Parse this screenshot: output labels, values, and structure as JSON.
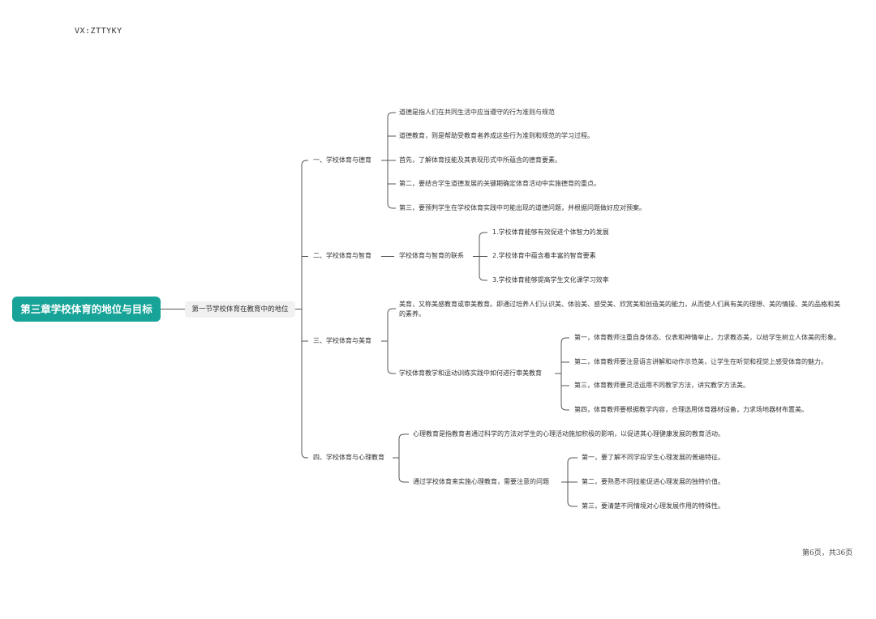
{
  "watermark": "VX:ZTTYKY",
  "page_footer": "第6页，共36页",
  "root": {
    "label": "第三章学校体育的地位与目标"
  },
  "section": {
    "label": "第一节学校体育在教育中的地位"
  },
  "branches": [
    {
      "label": "一、学校体育与德育",
      "items": [
        "道德是指人们在共同生活中应当遵守的行为准则与规范",
        "道德教育，则是帮助受教育者养成这些行为准则和规范的学习过程。",
        "首先，了解体育技能及其表现形式中所蕴含的德育要素。",
        "第二，要结合学生道德发展的关键期确定体育活动中实施德育的重点。",
        "第三，要预判学生在学校体育实践中可能出现的道德问题，并根据问题做好应对预案。"
      ]
    },
    {
      "label": "二、学校体育与智育",
      "sub": "学校体育与智育的联系",
      "items": [
        "1.学校体育能够有效促进个体智力的发展",
        "2.学校体育中蕴含着丰富的智育要素",
        "3.学校体育能够提高学生文化课学习效率"
      ]
    },
    {
      "label": "三、学校体育与美育",
      "definition": "美育，又称美感教育或审美教育。即通过培养人们认识美、体验美、感受美、欣赏美和创造美的能力，从而使人们具有美的理想、美的情操、美的品格和美的素养。",
      "sub": "学校体育教学和运动训练实践中如何进行审美教育",
      "items": [
        "第一，体育教师注重自身体态、仪表和神情举止，力求教态美，以给学生树立人体美的形象。",
        "第二，体育教师要注意语言讲解和动作示范美，让学生在听觉和视觉上感受体育的魅力。",
        "第三，体育教师要灵活运用不同教学方法，讲究教学方法美。",
        "第四，体育教师要根据教学内容，合理选用体育器材设备，力求场地器材布置美。"
      ]
    },
    {
      "label": "四、学校体育与心理教育",
      "definition": "心理教育是指教育者通过科学的方法对学生的心理活动施加积极的影响，以促进其心理健康发展的教育活动。",
      "sub": "通过学校体育来实施心理教育，需要注意的问题",
      "items": [
        "第一，要了解不同学段学生心理发展的普遍特征。",
        "第二，要熟悉不同技能促进心理发展的独特价值。",
        "第三，要清楚不同情境对心理发展作用的特殊性。"
      ]
    }
  ]
}
